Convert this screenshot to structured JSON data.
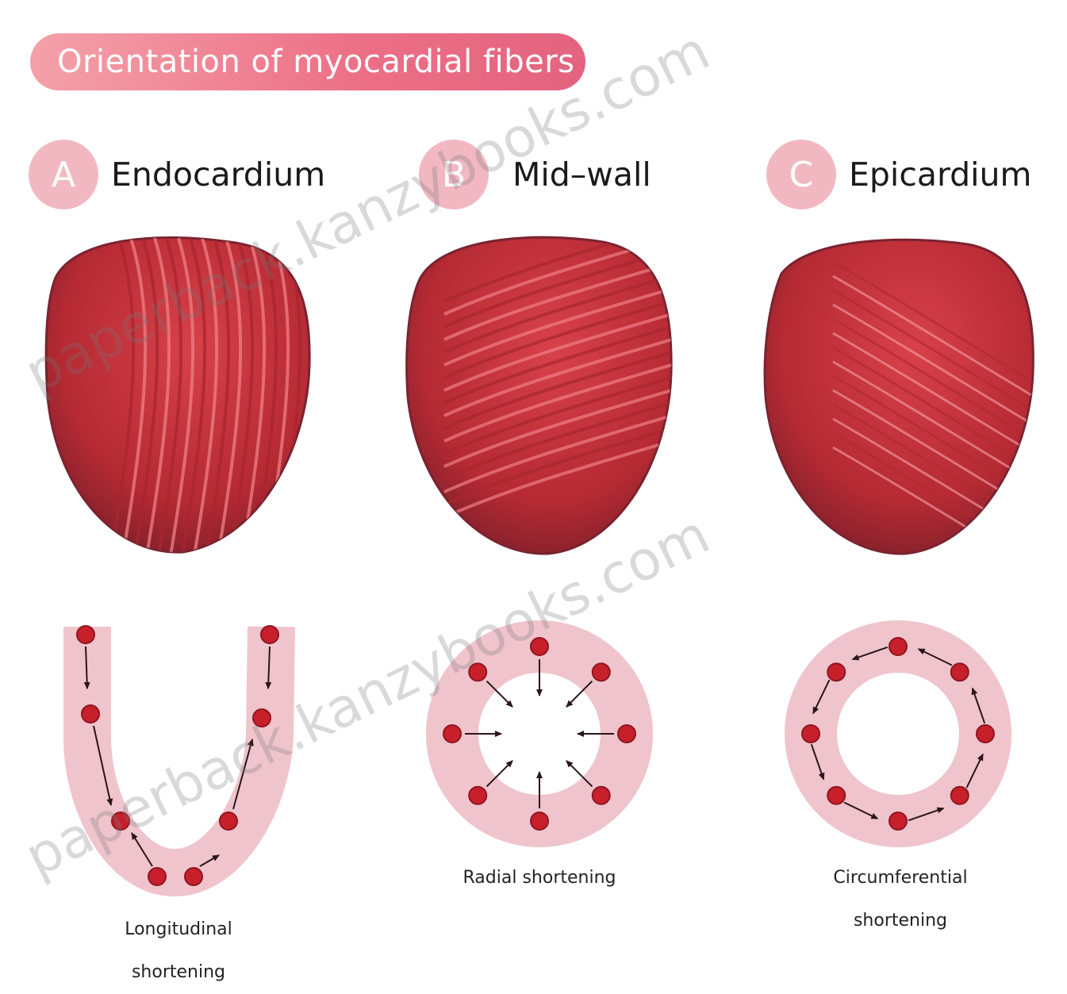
{
  "title": "Orientation of myocardial fibers",
  "panels": [
    {
      "letter": "A",
      "label": "Endocardium",
      "caption_line1": "Longitudinal",
      "caption_line2": "shortening"
    },
    {
      "letter": "B",
      "label": "Mid–wall",
      "caption_line1": "Radial shortening",
      "caption_line2": ""
    },
    {
      "letter": "C",
      "label": "Epicardium",
      "caption_line1": "Circumferential",
      "caption_line2": "shortening"
    }
  ],
  "watermark": "paperback.kanzybooks.com",
  "colors": {
    "title_pill": "#ec6f86",
    "badge": "#f2b8c2",
    "heart_dark": "#8a2530",
    "heart_main": "#c7303a",
    "fiber": "#ef7f86",
    "wall_band": "#f0c4cc",
    "node": "#c8202b",
    "arrow": "#2a1518"
  }
}
